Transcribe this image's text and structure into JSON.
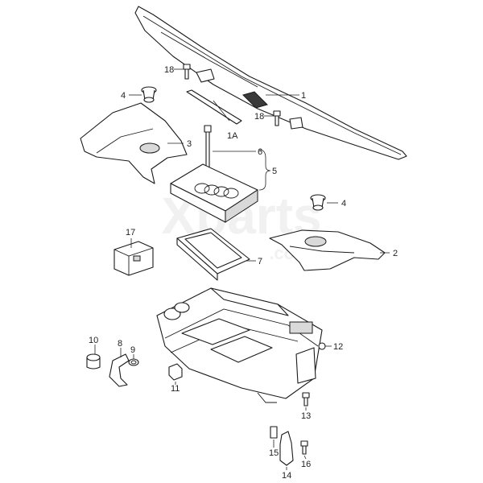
{
  "watermark": {
    "main": "Xparts",
    "sub": ".com"
  },
  "callouts": {
    "c1": "1",
    "c1a": "1A",
    "c2": "2",
    "c3": "3",
    "c4a": "4",
    "c4b": "4",
    "c5": "5",
    "c6": "6",
    "c7": "7",
    "c8": "8",
    "c9": "9",
    "c10": "10",
    "c11": "11",
    "c12": "12",
    "c13": "13",
    "c14": "14",
    "c15": "15",
    "c16": "16",
    "c17": "17",
    "c18a": "18",
    "c18b": "18"
  }
}
